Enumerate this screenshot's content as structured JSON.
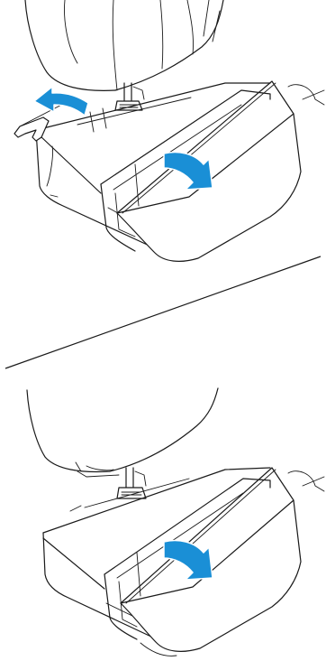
{
  "figure": {
    "panels": [
      {
        "id": "top",
        "shows": [
          "sewing-machine-head",
          "presser-foot",
          "free-arm-bed",
          "accessory-box-lid",
          "lift-arrow",
          "open-arrow"
        ]
      },
      {
        "id": "bottom",
        "shows": [
          "sewing-machine-head",
          "presser-foot",
          "flat-bed",
          "accessory-box-lid",
          "open-arrow"
        ]
      }
    ],
    "separator": "diagonal-line",
    "colors": {
      "line": "#1a1a1a",
      "background": "#ffffff",
      "arrow": "#1a8fd6"
    }
  }
}
